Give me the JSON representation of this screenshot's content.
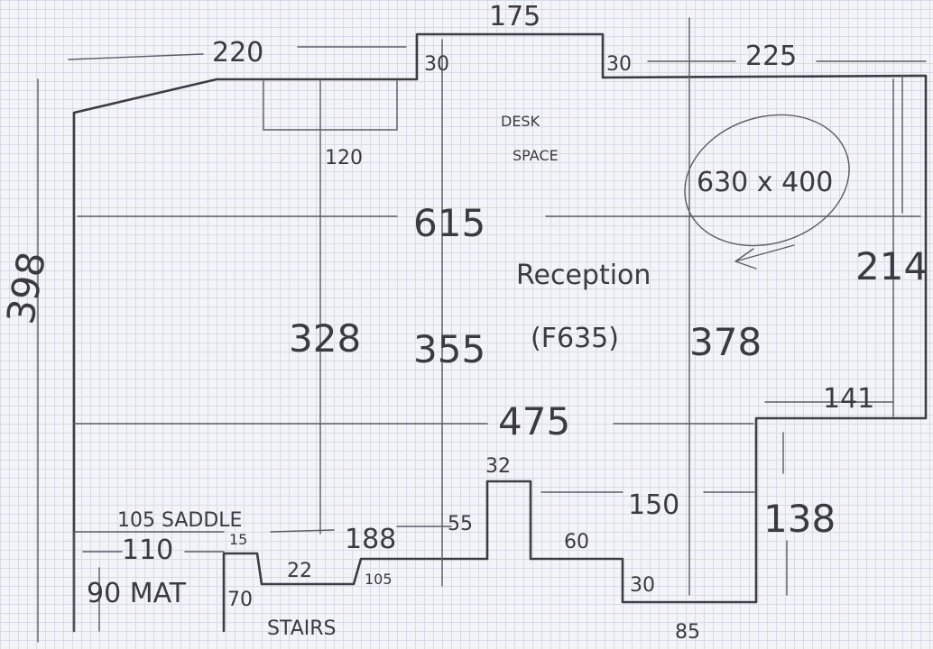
{
  "labels": {
    "top_left_width": "220",
    "top_center_width": "175",
    "top_step_left": "30",
    "top_step_right": "30",
    "top_right_width": "225",
    "recess_width": "120",
    "desk_space_1": "DESK",
    "desk_space_2": "SPACE",
    "rug_size": "630 x 400",
    "main_width": "615",
    "room_name": "Reception",
    "room_code": "(F635)",
    "left_height": "398",
    "height_328": "328",
    "height_355": "355",
    "height_378": "378",
    "right_height_214": "214",
    "right_notch_141": "141",
    "lower_width_475": "475",
    "bump_32": "32",
    "bump_55": "55",
    "dim_150": "150",
    "right_lower_138": "138",
    "dim_60": "60",
    "dim_30_bottom": "30",
    "dim_85": "85",
    "dim_188": "188",
    "dim_105": "105",
    "dim_15": "15",
    "dim_70": "70",
    "dim_22": "22",
    "saddle": "105 SADDLE",
    "dim_110": "110",
    "mat": "90 MAT",
    "stairs": "STAIRS"
  }
}
